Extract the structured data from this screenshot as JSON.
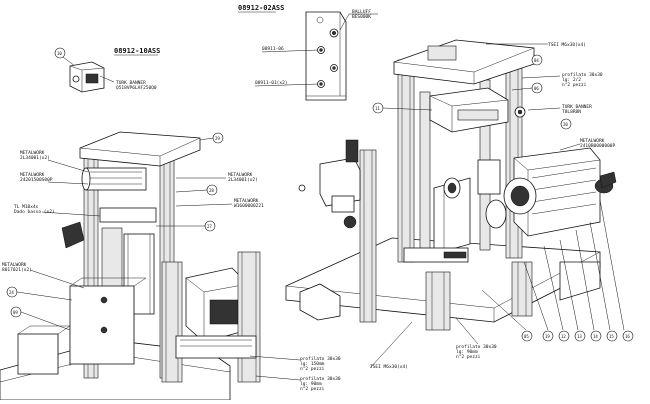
{
  "titles": {
    "assembly_top": "08912-02ASS",
    "assembly_left": "08912-10ASS"
  },
  "callouts": {
    "ballist": [
      "BALLUFF",
      "BES000K"
    ],
    "p08911_06": "08911-06",
    "p08911_01": "08911-01(x2)",
    "turk_small": [
      "TURK BANNER",
      "Q518VP6LAF250Q0"
    ],
    "tsei_top": "TSEI M6x30(x4)",
    "profilato_right": [
      "profilato 30x30",
      "lg: 2/2",
      "n°2 pezzi"
    ],
    "turk_right": [
      "TURK BANNER",
      "T8L8R8N"
    ],
    "metalwork_right": [
      "METALWORK",
      "2410B0000000P"
    ],
    "metalwork_left1": [
      "METALWORK",
      "2L34001(x2)"
    ],
    "metalwork_left2": [
      "METALWORK",
      "24201500S00P"
    ],
    "metalwork_mid1": [
      "METALWORK",
      "2L34001(x2)"
    ],
    "metalwork_mid2": [
      "METALWORK",
      "W1600000221"
    ],
    "tl_m10": [
      "TL M10x4s",
      "Dado basso (x2)"
    ],
    "metalwork_low": [
      "METALWORK",
      "8017021(x2)"
    ],
    "tsei_bottom": "TSEI M6x30(x4)",
    "profilato_mid": [
      "profilato 30x30",
      "lg: 90mm",
      "n°2 pezzi"
    ],
    "profilato_low1": [
      "profilato 30x30",
      "lg: 150mm",
      "n°2 pezzi"
    ],
    "profilato_low2": [
      "profilato 30x30",
      "lg: 90mm",
      "n°2 pezzi"
    ]
  },
  "balloons": {
    "b10": "10",
    "b11": "11",
    "b09": "09",
    "b04": "04",
    "b06": "06",
    "b20": "20",
    "b29": "29",
    "b28": "28",
    "b27": "27",
    "b24": "24",
    "b05": "05",
    "b19": "19",
    "b12": "12",
    "b13": "13",
    "b14": "14",
    "b15": "15",
    "b16": "16"
  }
}
